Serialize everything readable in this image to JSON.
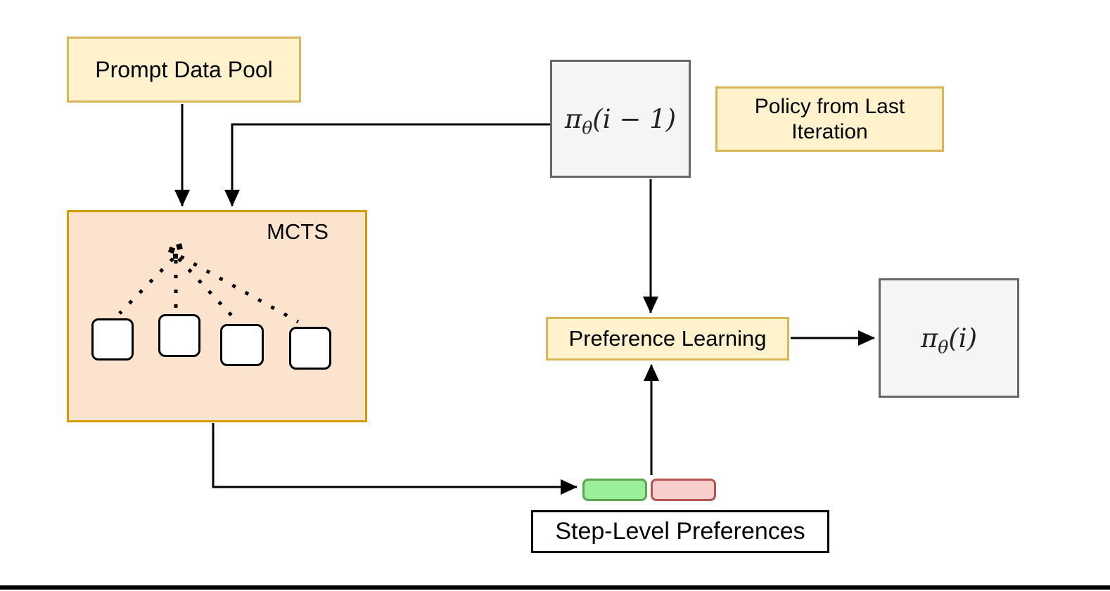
{
  "diagram": {
    "prompt_pool": {
      "label": "Prompt Data Pool"
    },
    "policy_prev": {
      "pi": "π",
      "sub": "θ",
      "arg": "(i − 1)"
    },
    "policy_note": {
      "line1": "Policy from Last",
      "line2": "Iteration"
    },
    "mcts": {
      "label": "MCTS",
      "tree_child_count": 4
    },
    "preference_learning": {
      "label": "Preference Learning"
    },
    "policy_new": {
      "pi": "π",
      "sub": "θ",
      "arg": "(i)"
    },
    "step_preferences": {
      "label": "Step-Level Preferences"
    }
  },
  "colors": {
    "cream_fill": "#FFF2CC",
    "cream_border": "#D6B656",
    "peach_fill": "#FCE3CD",
    "peach_border": "#D79B00",
    "gray_fill": "#F5F5F5",
    "gray_border": "#666666",
    "green_fill": "#9BEF9B",
    "green_border": "#5DA754",
    "red_fill": "#F8CECC",
    "red_border": "#B85450",
    "node_fill": "#FFFFFF",
    "line_color": "#000000"
  }
}
